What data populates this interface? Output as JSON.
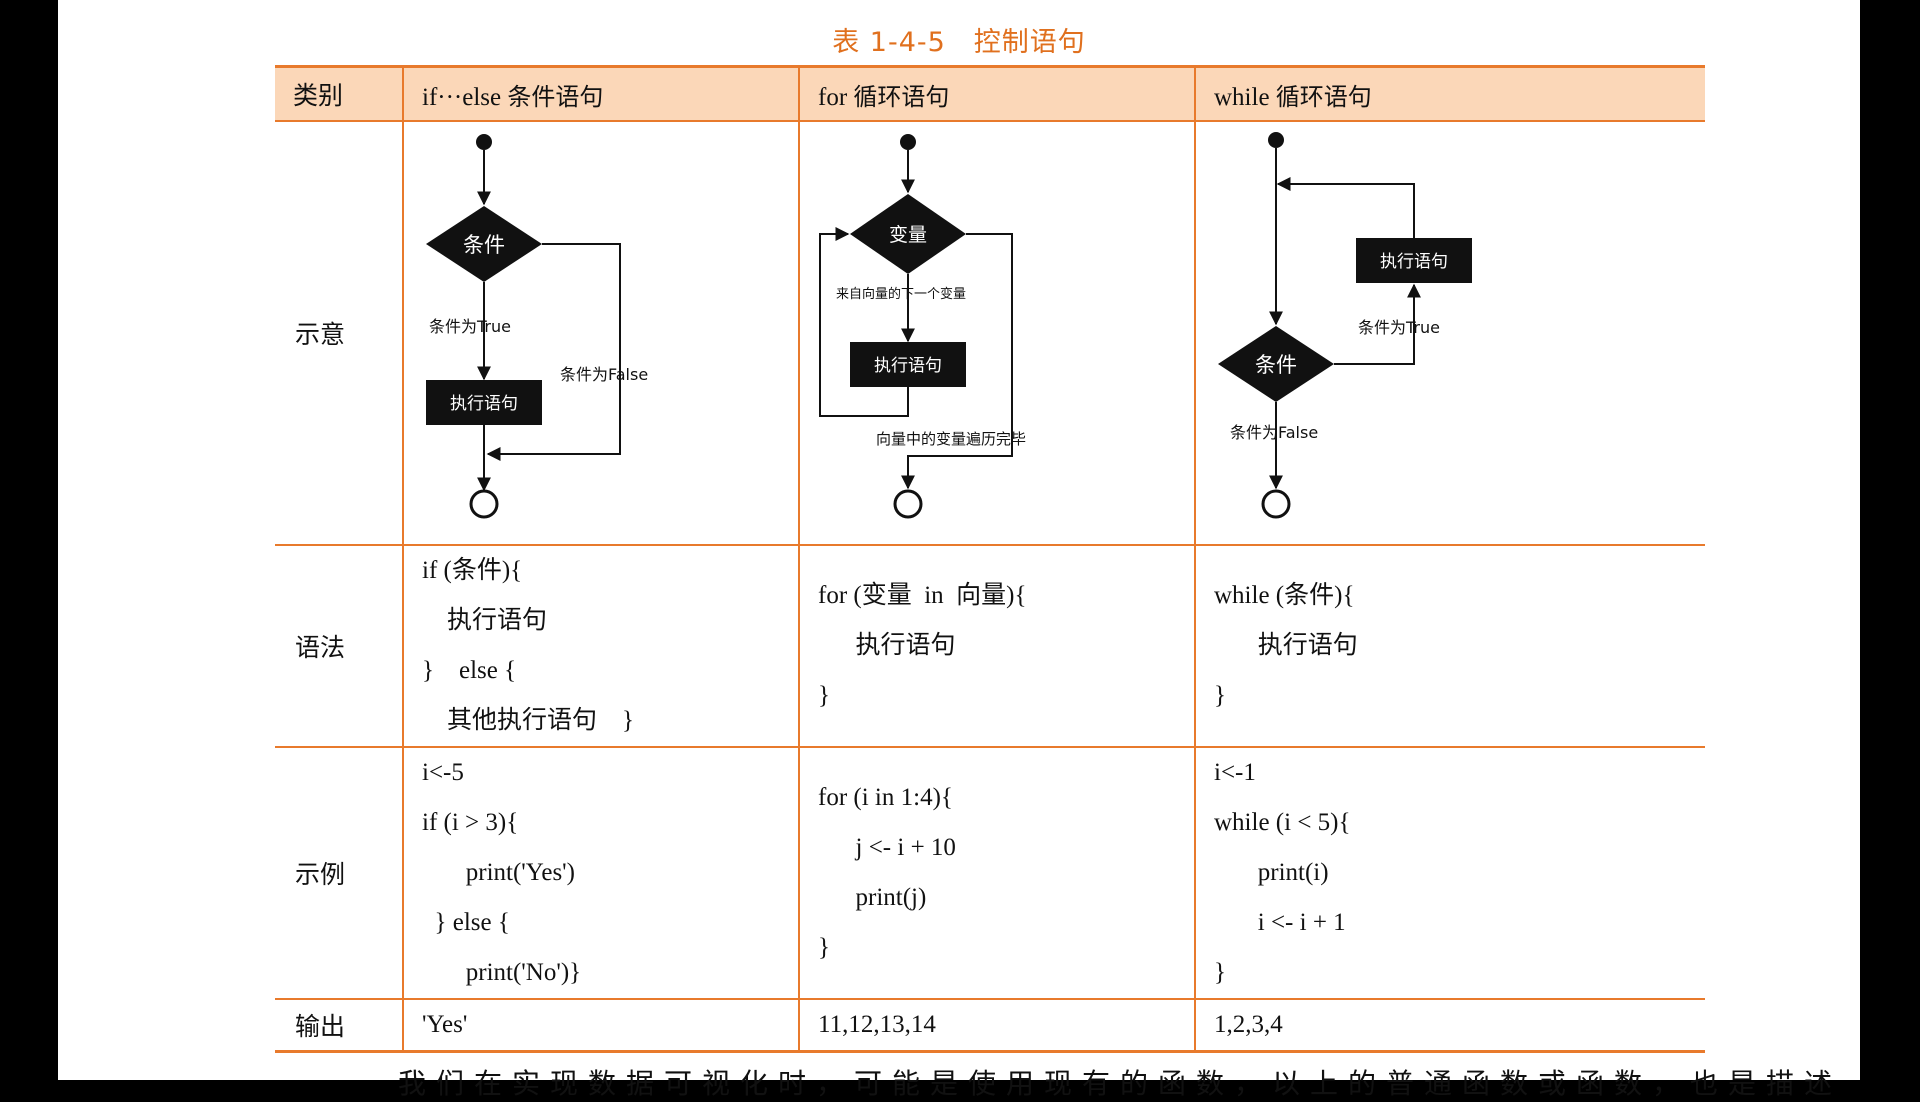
{
  "caption": {
    "number": "表 1-4-5",
    "title": "控制语句"
  },
  "header": {
    "category": "类别",
    "if_col": {
      "kw": "if···else",
      "zh": "条件语句"
    },
    "for_col": {
      "kw": "for",
      "zh": "循环语句"
    },
    "while_col": {
      "kw": "while",
      "zh": "循环语句"
    }
  },
  "row_labels": {
    "diagram": "示意",
    "syntax": "语法",
    "example": "示例",
    "output": "输出"
  },
  "diagrams": {
    "if": {
      "condition": "条件",
      "true_label": "条件为True",
      "false_label": "条件为False",
      "statement": "执行语句"
    },
    "for": {
      "variable": "变量",
      "next_label": "来自向量的下一个变量",
      "statement": "执行语句",
      "done_label": "向量中的变量遍历完毕"
    },
    "while": {
      "statement": "执行语句",
      "true_label": "条件为True",
      "condition": "条件",
      "false_label": "条件为False"
    }
  },
  "syntax": {
    "if": [
      "if (条件){",
      "    执行语句",
      "}    else {",
      "    其他执行语句    }"
    ],
    "for": [
      "for (变量  in  向量){",
      "      执行语句",
      "}"
    ],
    "while": [
      "while (条件){",
      "       执行语句",
      "}"
    ]
  },
  "example": {
    "if": [
      "i<-5",
      "if (i > 3){",
      "       print('Yes')",
      "  } else {",
      "       print('No')}"
    ],
    "for": [
      "for (i in 1:4){",
      "      j <- i + 10",
      "      print(j)",
      "}"
    ],
    "while": [
      "i<-1",
      "while (i < 5){",
      "       print(i)",
      "       i <- i + 1",
      "}"
    ]
  },
  "output": {
    "if": "'Yes'",
    "for": "11,12,13,14",
    "while": "1,2,3,4"
  },
  "footer_text": "我们在实现数据可视化时，可能是使用现有的函数，以上的普通函数或函数，也是描述"
}
